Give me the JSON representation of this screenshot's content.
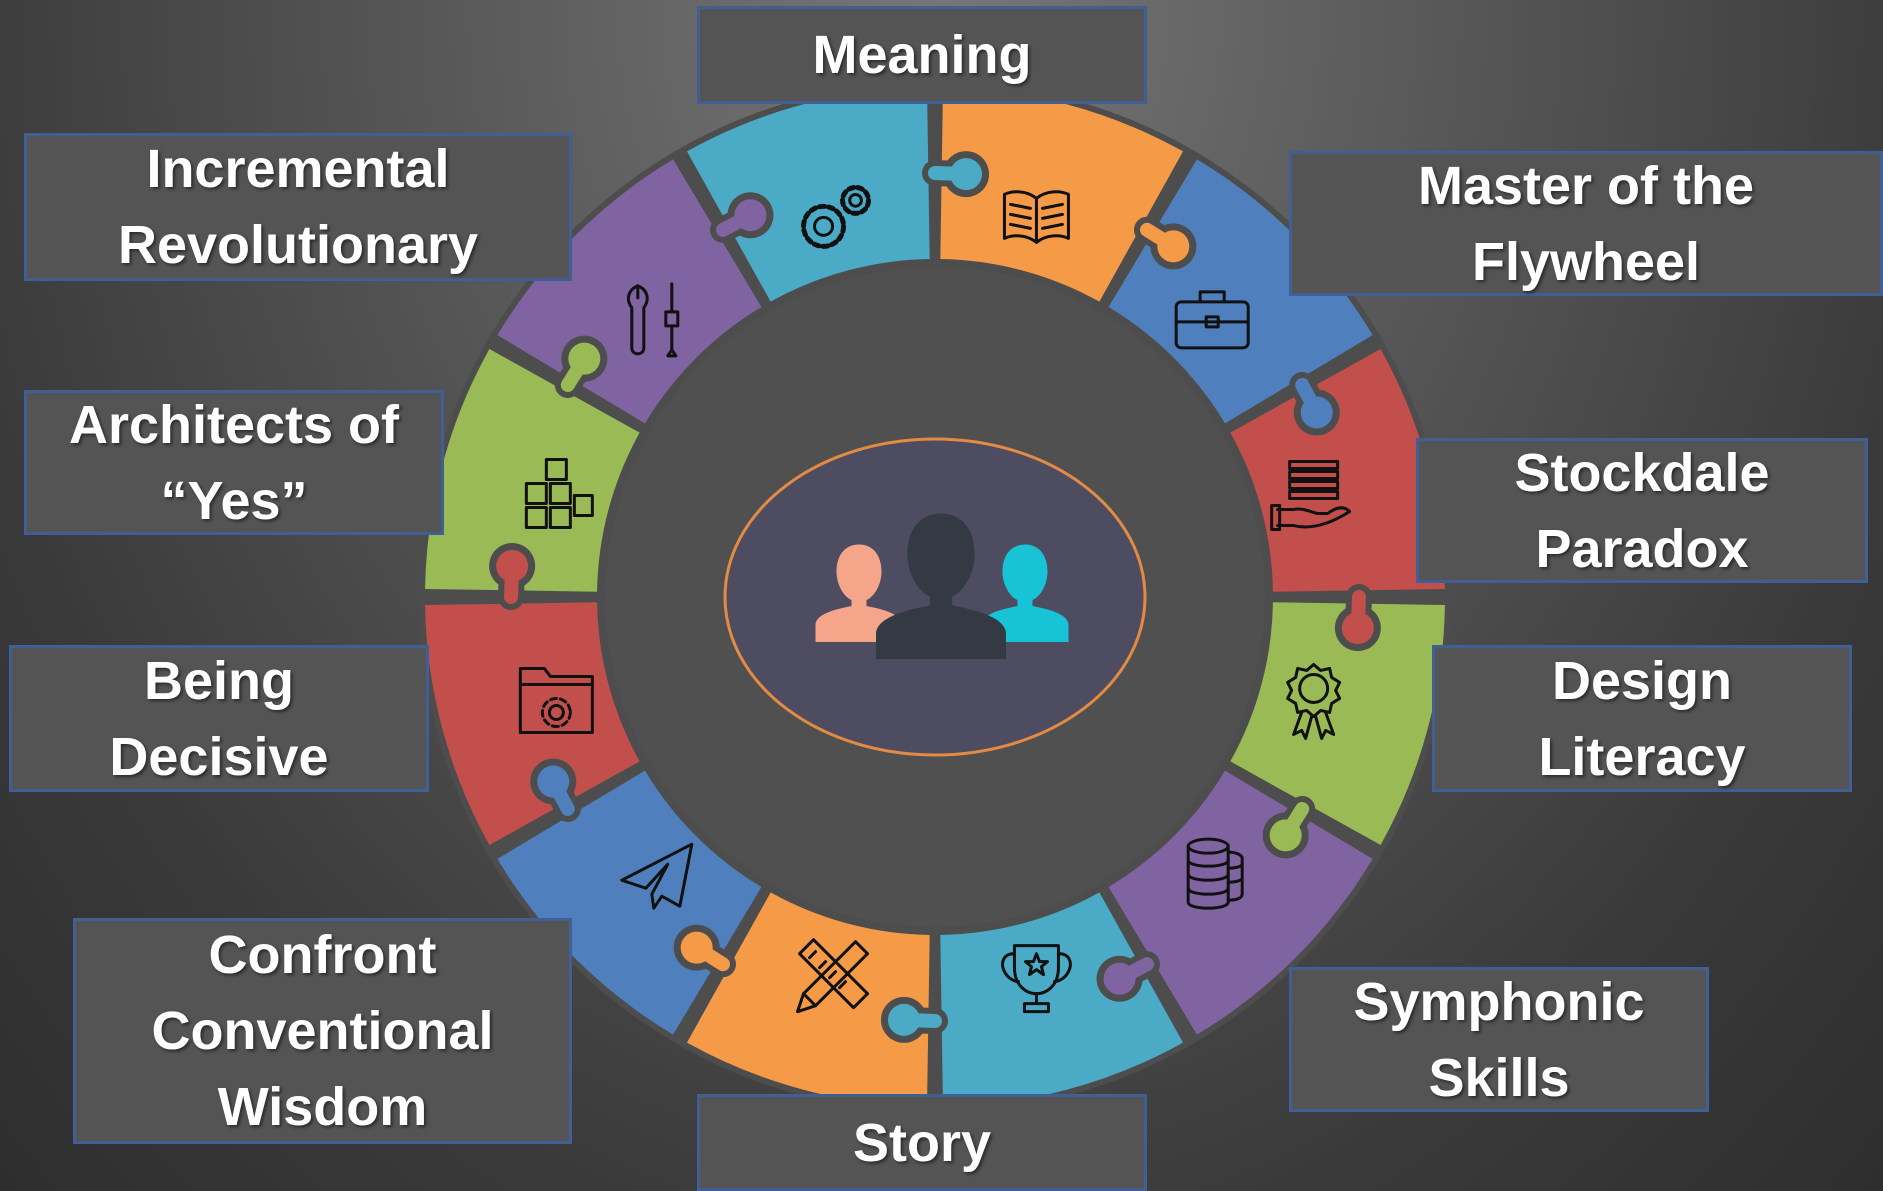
{
  "center": {
    "icon": "people-group-icon",
    "colors": [
      "#f4a58a",
      "#343a43",
      "#19c3d6"
    ]
  },
  "segments": [
    {
      "id": "meaning",
      "label_lines": [
        "Meaning"
      ],
      "color": "#f59a47",
      "icon": "open-book-icon"
    },
    {
      "id": "flywheel",
      "label_lines": [
        "Master of the",
        "Flywheel"
      ],
      "color": "#4f80bd",
      "icon": "briefcase-icon"
    },
    {
      "id": "stockdale",
      "label_lines": [
        "Stockdale",
        "Paradox"
      ],
      "color": "#c24f4c",
      "icon": "hand-holding-stack-icon"
    },
    {
      "id": "design",
      "label_lines": [
        "Design",
        "Literacy"
      ],
      "color": "#99ba55",
      "icon": "award-ribbon-icon"
    },
    {
      "id": "symphonic",
      "label_lines": [
        "Symphonic",
        "Skills"
      ],
      "color": "#8064a2",
      "icon": "database-icon"
    },
    {
      "id": "story",
      "label_lines": [
        "Story"
      ],
      "color": "#4babc6",
      "icon": "trophy-icon"
    },
    {
      "id": "confront",
      "label_lines": [
        "Confront",
        "Conventional",
        "Wisdom"
      ],
      "color": "#f59a47",
      "icon": "pencil-ruler-icon"
    },
    {
      "id": "decisive",
      "label_lines": [
        "Being",
        "Decisive"
      ],
      "color": "#4f80bd",
      "icon": "paper-plane-icon"
    },
    {
      "id": "architects",
      "label_lines": [
        "Architects of",
        "“Yes”"
      ],
      "color": "#c24f4c",
      "icon": "folder-gear-icon"
    },
    {
      "id": "incremental",
      "label_lines": [
        "Incremental",
        "Revolutionary"
      ],
      "color": "#99ba55",
      "icon": "cubes-icon"
    },
    {
      "id": "extra1",
      "label_lines": [],
      "color": "#8064a2",
      "icon": "tools-icon"
    },
    {
      "id": "extra2",
      "label_lines": [],
      "color": "#4babc6",
      "icon": "gears-icon"
    }
  ],
  "theme": {
    "box_fill": "#545454",
    "box_border": "#3f5f95",
    "ring_gap": "#4d4d4d",
    "inner_disc": "#505050",
    "center_ellipse": "#4e4c60",
    "center_ellipse_stroke": "#e38a43"
  }
}
